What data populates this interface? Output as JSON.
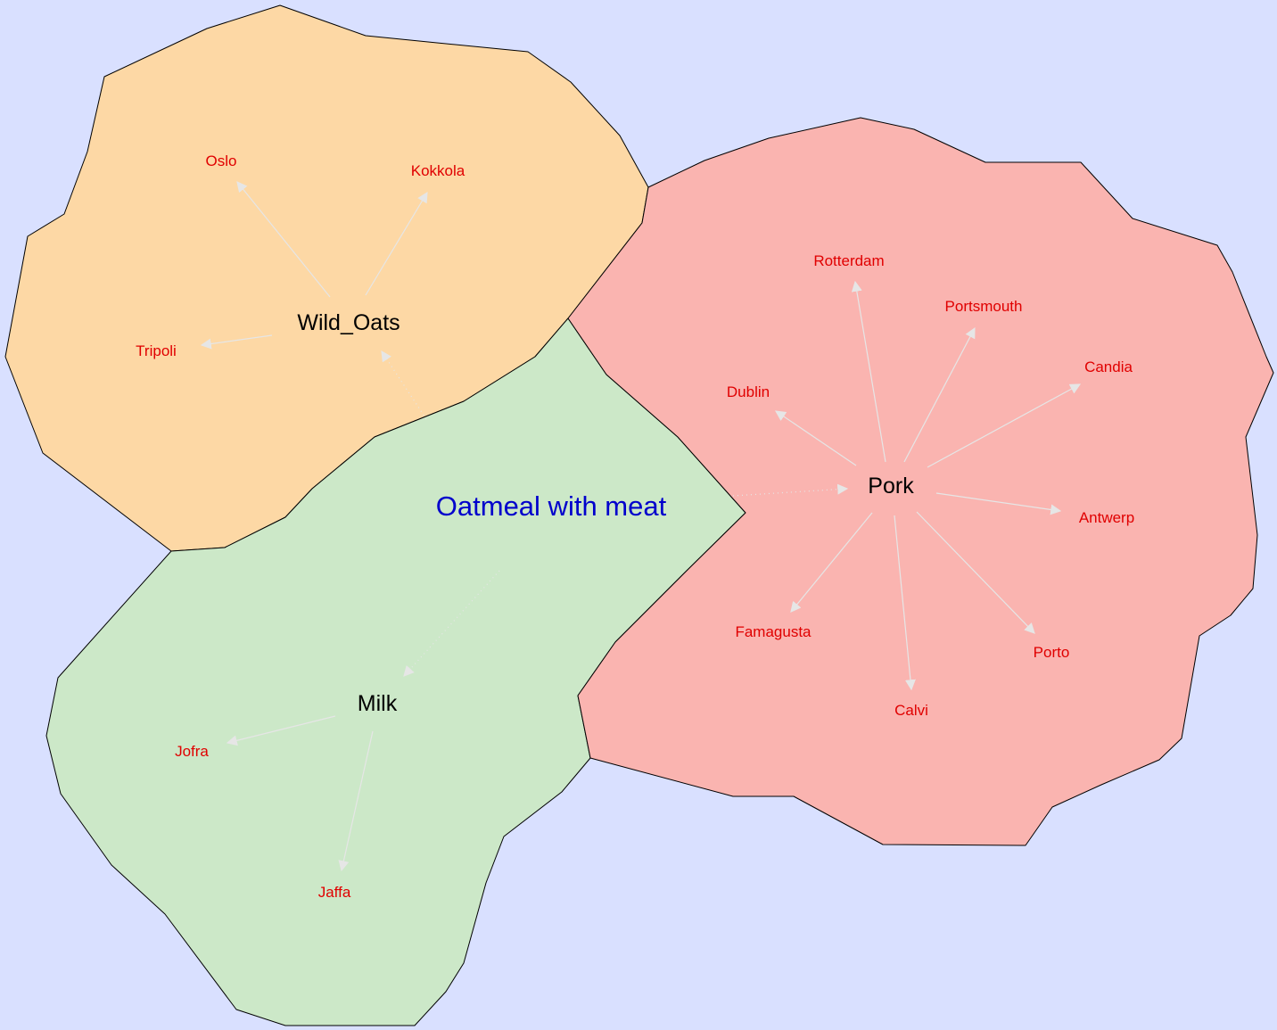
{
  "title": "Oatmeal with meat",
  "colors": {
    "background": "#d9e0ff",
    "title": "#0000cc",
    "leaf_label": "#e00000",
    "hub_label": "#000000",
    "edge": "#e6e6e6",
    "wild_oats_region": "#fdd8a5",
    "pork_region": "#fab4b0",
    "milk_region": "#cce8c8"
  },
  "groups": {
    "wild_oats": {
      "label": "Wild_Oats",
      "leaves": {
        "oslo": "Oslo",
        "kokkola": "Kokkola",
        "tripoli": "Tripoli"
      }
    },
    "pork": {
      "label": "Pork",
      "leaves": {
        "rotterdam": "Rotterdam",
        "portsmouth": "Portsmouth",
        "candia": "Candia",
        "dublin": "Dublin",
        "antwerp": "Antwerp",
        "famagusta": "Famagusta",
        "porto": "Porto",
        "calvi": "Calvi"
      }
    },
    "milk": {
      "label": "Milk",
      "leaves": {
        "jofra": "Jofra",
        "jaffa": "Jaffa"
      }
    }
  }
}
